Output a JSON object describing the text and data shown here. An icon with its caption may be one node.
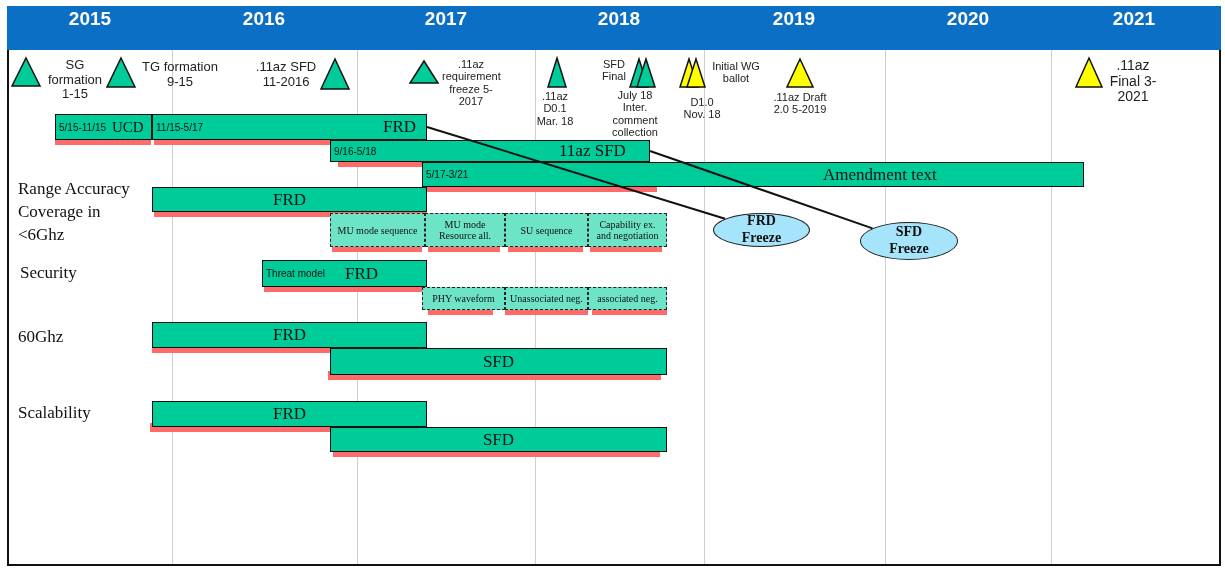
{
  "diagram": {
    "nodes": [
      {
        "text": [
          "SG formation 1-15"
        ]
      },
      {
        "text": [
          "TG formation 9-15"
        ]
      },
      {
        "text": [
          ".11az SFD 11-2016"
        ]
      },
      {
        "text": [
          ".11az requirement freeze 5-2017"
        ]
      },
      {
        "text": [
          ".11az D0.1 Mar. 18"
        ]
      },
      {
        "text": [
          "SFD Final",
          "July 18 Inter. comment collection"
        ]
      },
      {
        "text": [
          "Initial WG ballot",
          "D1.0 Nov. 18"
        ]
      },
      {
        "text": [
          ".11az Draft 2.0 5-2019"
        ]
      },
      {
        "text": [
          ".11az Final 3-2021"
        ]
      },
      {
        "text": [
          "5/15-11/15",
          "UCD"
        ]
      },
      {
        "text": [
          "11/15-5/17",
          "FRD"
        ]
      },
      {
        "text": [
          "9/16-5/18",
          "11az SFD"
        ]
      },
      {
        "text": [
          "5/17-3/21",
          "Amendment text"
        ]
      },
      {
        "text": [
          "FRD"
        ]
      },
      {
        "text": [
          "MU mode sequence"
        ]
      },
      {
        "text": [
          "MU mode Resource all."
        ]
      },
      {
        "text": [
          "SU sequence"
        ]
      },
      {
        "text": [
          "Capability ex. and negotiation"
        ]
      },
      {
        "text": [
          "Threat model",
          "FRD"
        ]
      },
      {
        "text": [
          "PHY waveform"
        ]
      },
      {
        "text": [
          "Unassociated neg."
        ]
      },
      {
        "text": [
          "associated neg."
        ]
      },
      {
        "text": [
          "FRD"
        ]
      },
      {
        "text": [
          "SFD"
        ]
      },
      {
        "text": [
          "FRD"
        ]
      },
      {
        "text": [
          "SFD"
        ]
      },
      {
        "text": [
          "FRD Freeze"
        ]
      },
      {
        "text": [
          "SFD Freeze"
        ]
      }
    ],
    "edges": [
      {
        "from": 26,
        "to": 10,
        "arrow": "none"
      },
      {
        "from": 27,
        "to": 11,
        "arrow": "none"
      }
    ],
    "labels": [
      "2015",
      "2016",
      "2017",
      "2018",
      "2019",
      "2020",
      "2021",
      "Range Accuracy Coverage in <6Ghz",
      "Security",
      "60Ghz",
      "Scalability"
    ]
  }
}
